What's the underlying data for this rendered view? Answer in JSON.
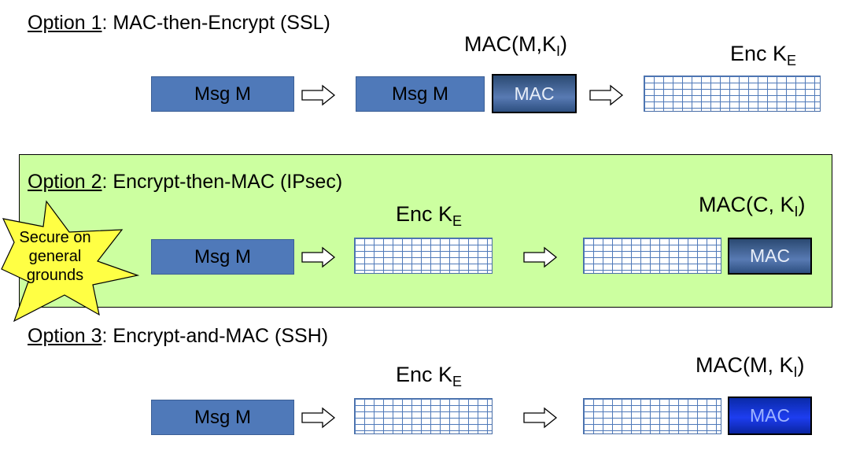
{
  "option1": {
    "heading_option": "Option 1",
    "heading_rest": ":  MAC-then-Encrypt (SSL)",
    "mac_label": "MAC(M,K",
    "mac_label_sub": "I",
    "mac_label_end": ")",
    "enc_label": "Enc K",
    "enc_label_sub": "E",
    "msg_box1": "Msg  M",
    "msg_box2": "Msg  M",
    "mac_box": "MAC"
  },
  "option2": {
    "heading_option": "Option 2",
    "heading_rest": ":  Encrypt-then-MAC (IPsec)",
    "enc_label": "Enc K",
    "enc_label_sub": "E",
    "mac_label": "MAC(C, K",
    "mac_label_sub": "I",
    "mac_label_end": ")",
    "msg_box": "Msg  M",
    "mac_box": "MAC",
    "star_line1": "Secure on",
    "star_line2": "general",
    "star_line3": "grounds",
    "panel_color": "#ccffa0",
    "star_color": "#ffff44"
  },
  "option3": {
    "heading_option": "Option 3",
    "heading_rest": ":   Encrypt-and-MAC (SSH)",
    "enc_label": "Enc K",
    "enc_label_sub": "E",
    "mac_label": "MAC(M, K",
    "mac_label_sub": "I",
    "mac_label_end": ")",
    "msg_box": "Msg  M",
    "mac_box": "MAC"
  }
}
